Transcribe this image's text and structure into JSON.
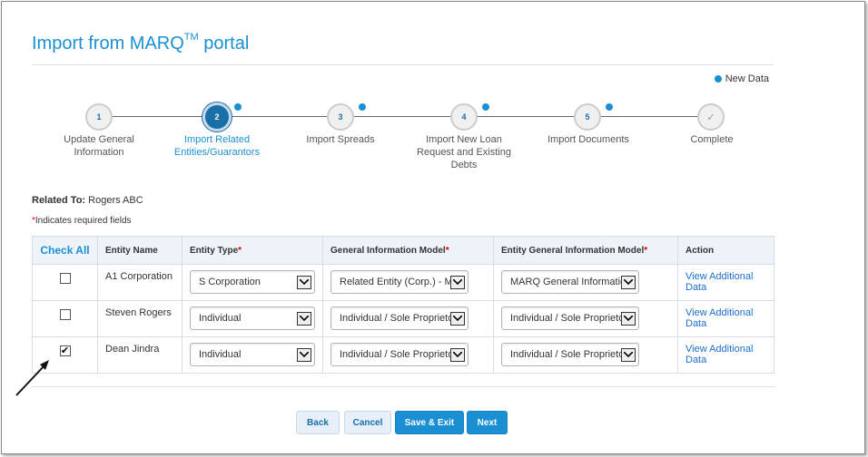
{
  "page": {
    "title": "Import from MARQ",
    "title_sup": "TM",
    "title_suffix": " portal"
  },
  "legend": {
    "label": "New Data",
    "color": "#1a8fd3"
  },
  "steps": [
    {
      "num": "1",
      "label": "Update General Information",
      "state": "normal",
      "new_data": false
    },
    {
      "num": "2",
      "label": "Import Related Entities/Guarantors",
      "state": "active",
      "new_data": true
    },
    {
      "num": "3",
      "label": "Import Spreads",
      "state": "normal",
      "new_data": true
    },
    {
      "num": "4",
      "label": "Import New Loan Request and Existing Debts",
      "state": "normal",
      "new_data": true
    },
    {
      "num": "5",
      "label": "Import Documents",
      "state": "normal",
      "new_data": true
    },
    {
      "num": "✓",
      "label": "Complete",
      "state": "done",
      "new_data": false
    }
  ],
  "related": {
    "label": "Related To:",
    "value": "Rogers ABC"
  },
  "required_note": {
    "star": "*",
    "text": "Indicates required fields"
  },
  "table": {
    "headers": {
      "check_all": "Check All",
      "entity_name": "Entity Name",
      "entity_type": "Entity Type",
      "gen_info_model": "General Information Model",
      "entity_gen_info_model": "Entity General Information Model",
      "action": "Action"
    },
    "rows": [
      {
        "checked": false,
        "name": "A1 Corporation",
        "entity_type": "S Corporation",
        "gen_info_model": "Related Entity (Corp.) - MAF",
        "entity_gen_info_model": "MARQ General Information",
        "action": "View Additional Data"
      },
      {
        "checked": false,
        "name": "Steven Rogers",
        "entity_type": "Individual",
        "gen_info_model": "Individual / Sole Proprietors",
        "entity_gen_info_model": "Individual / Sole Proprietors",
        "action": "View Additional Data"
      },
      {
        "checked": true,
        "name": "Dean Jindra",
        "entity_type": "Individual",
        "gen_info_model": "Individual / Sole Proprietors",
        "entity_gen_info_model": "Individual / Sole Proprietors",
        "action": "View Additional Data"
      }
    ]
  },
  "buttons": {
    "back": "Back",
    "cancel": "Cancel",
    "save_exit": "Save & Exit",
    "next": "Next"
  },
  "colors": {
    "accent": "#1a8fd3",
    "active_step": "#1a6fa8",
    "link": "#1a6fcf",
    "required": "#dd0000"
  }
}
